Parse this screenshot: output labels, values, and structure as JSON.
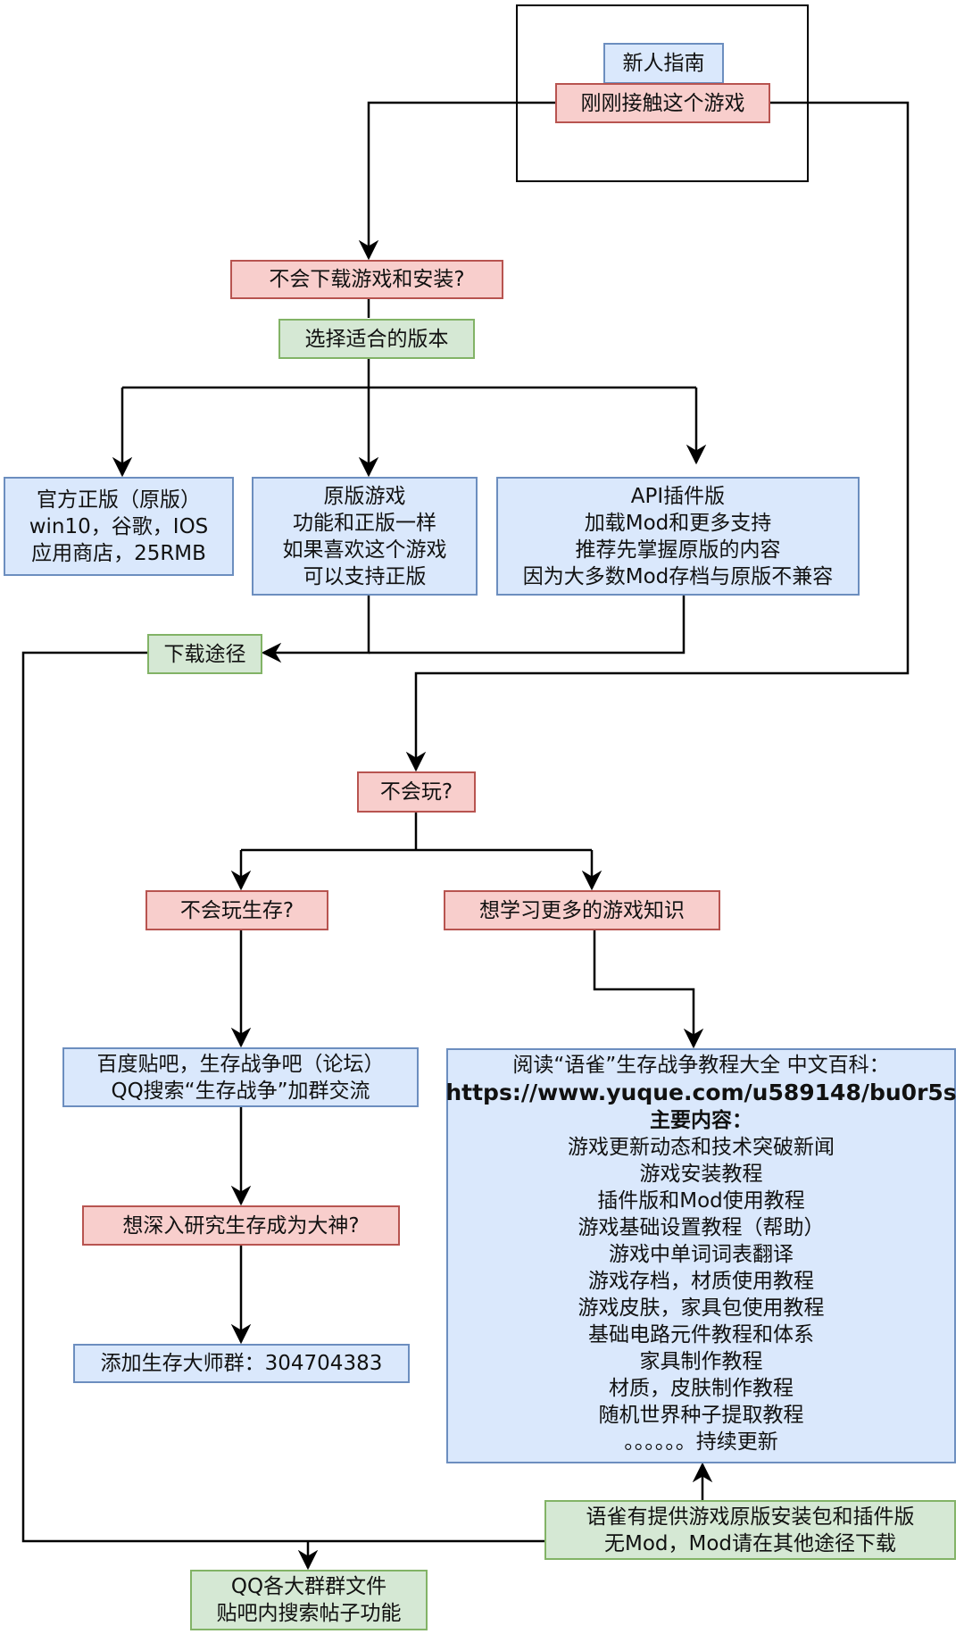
{
  "title_frame": {
    "header": "新人指南",
    "start": "刚刚接触这个游戏"
  },
  "download_question": "不会下载游戏和安装?",
  "choose_version": "选择适合的版本",
  "versions": [
    {
      "lines": [
        "官方正版（原版）",
        "win10，谷歌，IOS",
        "应用商店，25RMB"
      ]
    },
    {
      "lines": [
        "原版游戏",
        "功能和正版一样",
        "如果喜欢这个游戏",
        "可以支持正版"
      ]
    },
    {
      "lines": [
        "API插件版",
        "加载Mod和更多支持",
        "推荐先掌握原版的内容",
        "因为大多数Mod存档与原版不兼容"
      ]
    }
  ],
  "download_channel": "下载途径",
  "play_question": "不会玩?",
  "survival_question": "不会玩生存?",
  "learn_more": "想学习更多的游戏知识",
  "community": {
    "lines": [
      "百度贴吧，生存战争吧（论坛）",
      "QQ搜索“生存战争”加群交流"
    ]
  },
  "deep_question": "想深入研究生存成为大神?",
  "master_group": "添加生存大师群：304704383",
  "yuque": {
    "intro": "阅读“语雀”生存战争教程大全 中文百科：",
    "url": "https://www.yuque.com/u589148/bu0r5s",
    "contents_heading": "主要内容：",
    "items": [
      "游戏更新动态和技术突破新闻",
      "游戏安装教程",
      "插件版和Mod使用教程",
      "游戏基础设置教程（帮助）",
      "游戏中单词词表翻译",
      "游戏存档，材质使用教程",
      "游戏皮肤，家具包使用教程",
      "基础电路元件教程和体系",
      "家具制作教程",
      "材质，皮肤制作教程",
      "随机世界种子提取教程",
      "。。。。。。持续更新"
    ]
  },
  "yuque_download": {
    "lines": [
      "语雀有提供游戏原版安装包和插件版",
      "无Mod，Mod请在其他途径下载"
    ]
  },
  "qq_files": {
    "lines": [
      "QQ各大群群文件",
      "贴吧内搜索帖子功能"
    ]
  },
  "colors": {
    "blue_fill": "#dae8fc",
    "blue_stroke": "#6c8ebf",
    "red_fill": "#f8cecc",
    "red_stroke": "#b85450",
    "green_fill": "#d5e8d4",
    "green_stroke": "#82b366"
  }
}
